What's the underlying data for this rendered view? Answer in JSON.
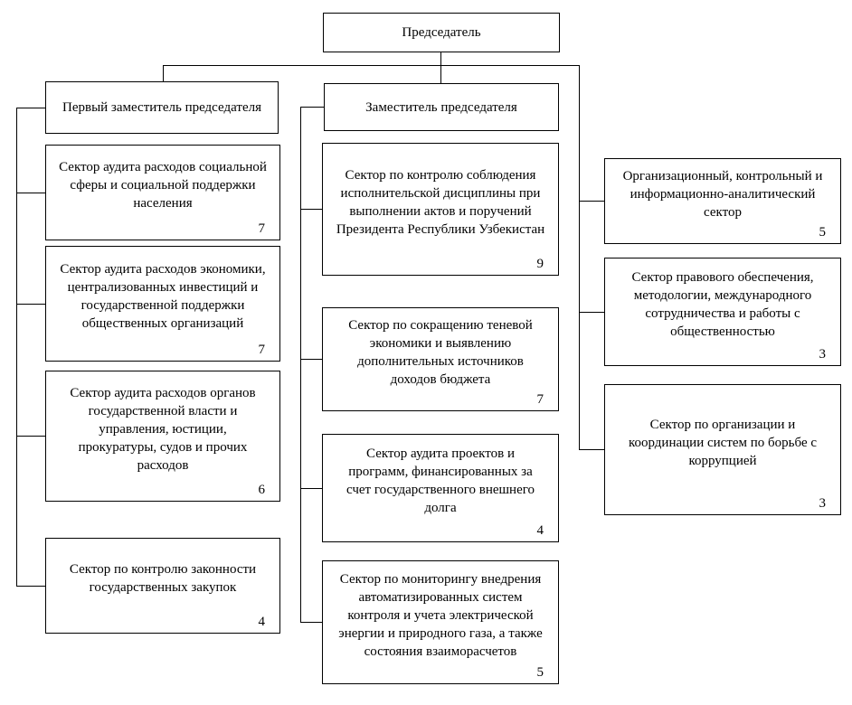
{
  "org": {
    "root": {
      "label": "Председатель"
    },
    "left": {
      "head": "Первый заместитель председателя",
      "sectors": [
        {
          "label": "Сектор аудита расходов социальной сферы и социальной поддержки населения",
          "count": "7"
        },
        {
          "label": "Сектор аудита расходов экономики, централизованных инвестиций и государственной поддержки общественных организаций",
          "count": "7"
        },
        {
          "label": "Сектор аудита расходов органов государственной власти и управления, юстиции, прокуратуры, судов и прочих расходов",
          "count": "6"
        },
        {
          "label": "Сектор по контролю законности государственных закупок",
          "count": "4"
        }
      ]
    },
    "middle": {
      "head": "Заместитель председателя",
      "sectors": [
        {
          "label": "Сектор по контролю соблюдения исполнительской дисциплины при выполнении актов и поручений Президента Республики Узбекистан",
          "count": "9"
        },
        {
          "label": "Сектор по сокращению теневой экономики и выявлению дополнительных источников доходов бюджета",
          "count": "7"
        },
        {
          "label": "Сектор аудита проектов и программ, финансированных за счет государственного внешнего долга",
          "count": "4"
        },
        {
          "label": "Сектор по мониторингу внедрения автоматизированных систем контроля и учета электрической энергии и природного газа, а также состояния взаиморасчетов",
          "count": "5"
        }
      ]
    },
    "right": {
      "sectors": [
        {
          "label": "Организационный, контрольный и информационно-аналитический сектор",
          "count": "5"
        },
        {
          "label": "Сектор правового обеспечения, методологии, международного сотрудничества и работы с общественностью",
          "count": "3"
        },
        {
          "label": "Сектор по организации и координации систем по борьбе с коррупцией",
          "count": "3"
        }
      ]
    }
  }
}
